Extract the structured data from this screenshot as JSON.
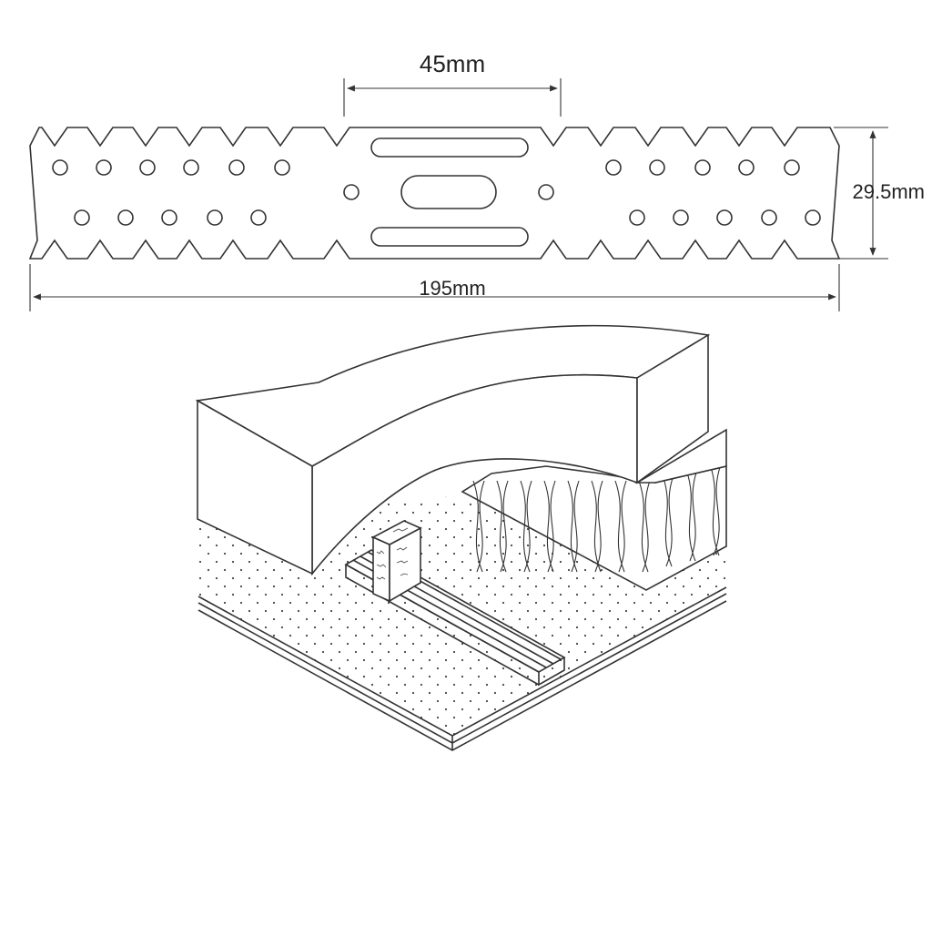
{
  "dimensions": {
    "top_width": "45mm",
    "height": "29.5mm",
    "length": "195mm"
  },
  "colors": {
    "line": "#333333",
    "background": "#ffffff",
    "dots": "#444444"
  }
}
